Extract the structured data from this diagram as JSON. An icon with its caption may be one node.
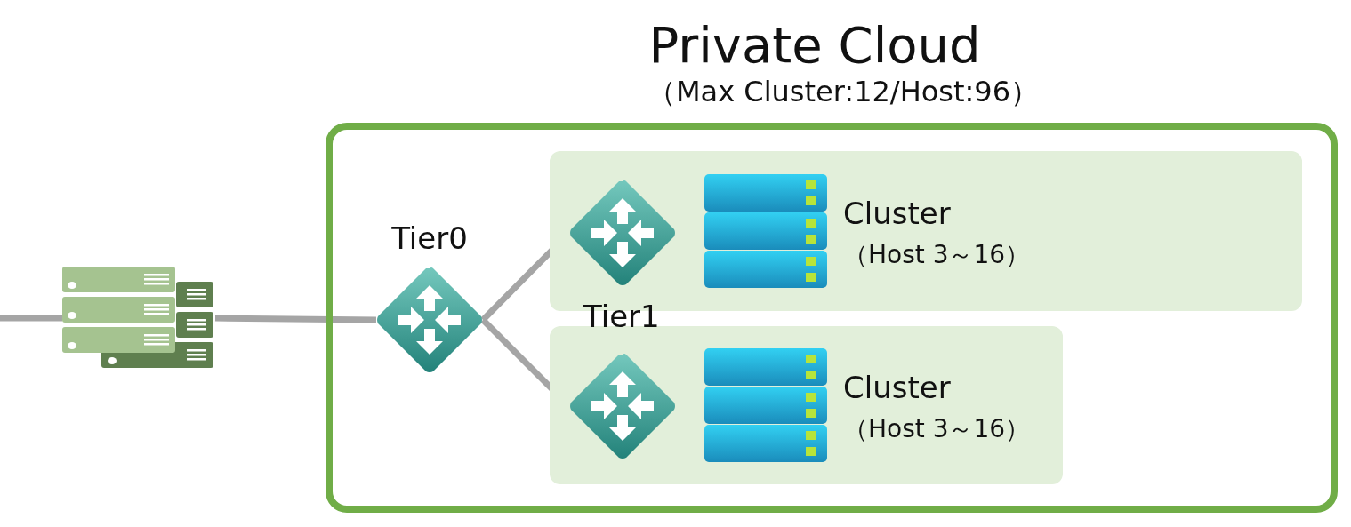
{
  "diagram": {
    "nodes": [
      {
        "text": [
          "Private Cloud",
          "（Max Cluster:12/Host:96）"
        ]
      },
      {
        "text": [],
        "shape": "server"
      },
      {
        "text": [
          "Tier0"
        ],
        "in": 0
      },
      {
        "text": [],
        "shape": "box",
        "in": 0
      },
      {
        "text": [],
        "shape": "diamond",
        "in": 3
      },
      {
        "text": [
          "Cluster",
          "（Host 3～16）"
        ],
        "in": 3
      },
      {
        "text": [],
        "shape": "box",
        "in": 0
      },
      {
        "text": [],
        "shape": "diamond",
        "in": 6
      },
      {
        "text": [
          "Cluster",
          "（Host 3～16）"
        ],
        "in": 6
      }
    ],
    "edges": [
      {
        "from": null,
        "to": 1,
        "arrow": "none"
      },
      {
        "from": 1,
        "to": 2,
        "arrow": "none"
      },
      {
        "from": 2,
        "to": 4,
        "arrow": "none"
      },
      {
        "from": 2,
        "to": 7,
        "arrow": "none"
      }
    ],
    "labels": [
      "Tier1"
    ]
  }
}
